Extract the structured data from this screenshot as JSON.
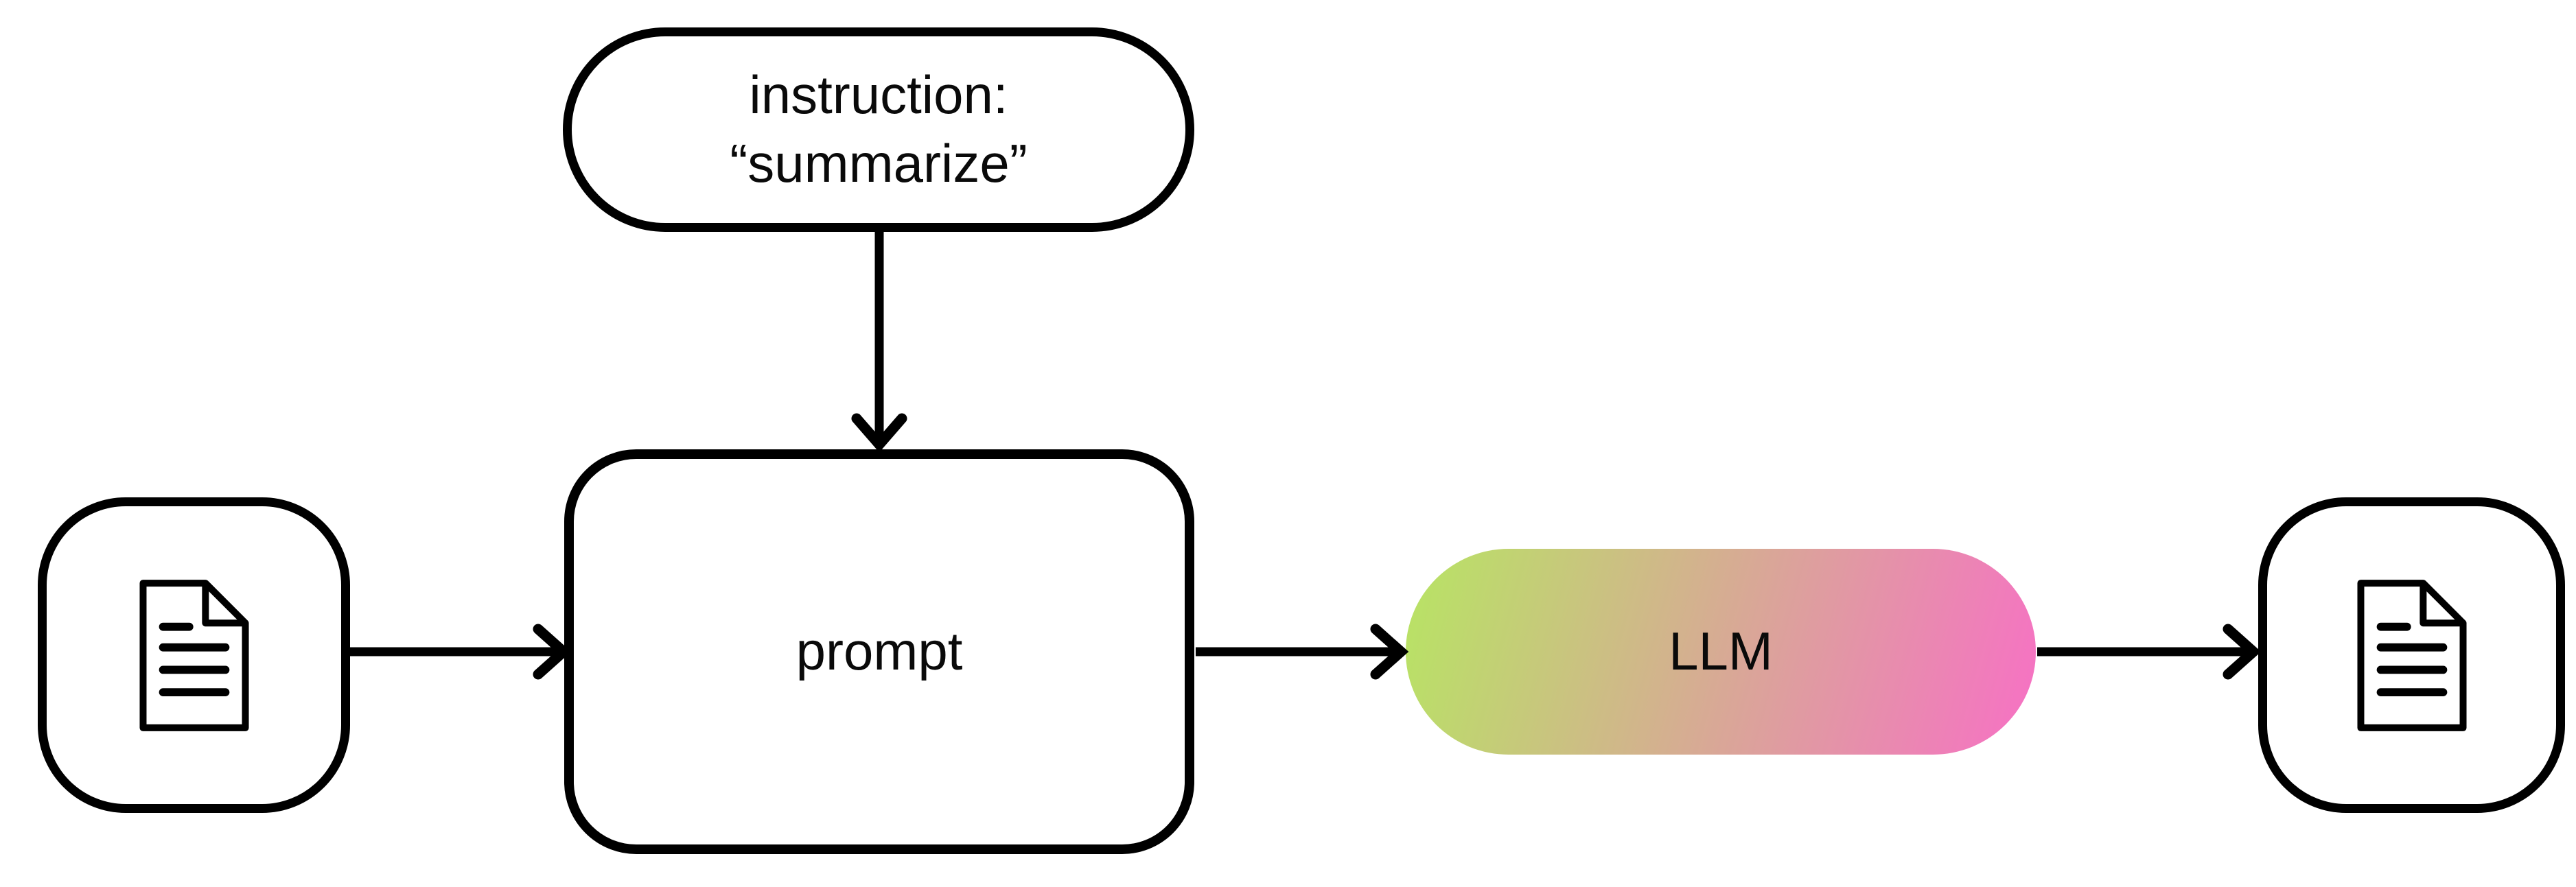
{
  "diagram": {
    "background": "#ffffff",
    "stroke_color": "#000000",
    "text_color": "#0a0a0a",
    "nodes": {
      "input_document": {
        "icon": "document-icon"
      },
      "instruction": {
        "line1": "instruction:",
        "line2": "“summarize”"
      },
      "prompt": {
        "label": "prompt"
      },
      "llm": {
        "label": "LLM",
        "gradient_start": "#b7e563",
        "gradient_end": "#f770c5",
        "gradient_angle": "105deg"
      },
      "output_document": {
        "icon": "document-icon"
      }
    },
    "edges": [
      {
        "from": "input_document",
        "to": "prompt",
        "style": "arrow"
      },
      {
        "from": "instruction",
        "to": "prompt",
        "style": "arrow"
      },
      {
        "from": "prompt",
        "to": "llm",
        "style": "arrow"
      },
      {
        "from": "llm",
        "to": "output_document",
        "style": "arrow"
      }
    ]
  }
}
